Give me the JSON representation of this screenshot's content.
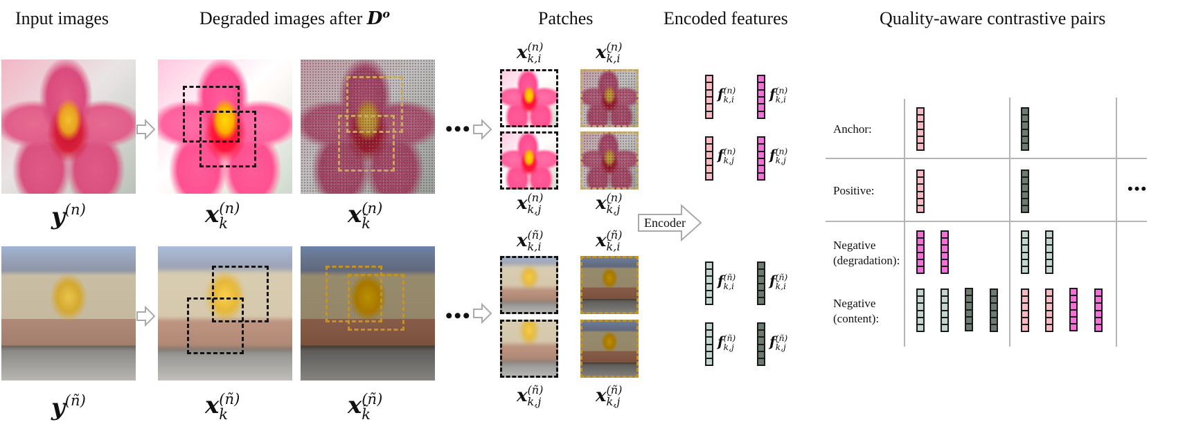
{
  "headers": {
    "input": "Input images",
    "degraded": "Degraded images after",
    "degraded_symbol": "D",
    "degraded_symbol_sup": "o",
    "patches": "Patches",
    "features": "Encoded features",
    "pairs": "Quality-aware contrastive pairs"
  },
  "rows": [
    {
      "id": "n",
      "content": "orchid",
      "input_label": {
        "base": "y",
        "sup": "(n)"
      },
      "degraded_k_label": {
        "base": "x",
        "sup": "(n)",
        "sub": "k"
      },
      "degraded_kt_label": {
        "base": "x",
        "sup": "(n)",
        "sub": "k̃"
      },
      "patch_labels": {
        "k_i": {
          "base": "x",
          "sup": "(n)",
          "sub": "k,i"
        },
        "kt_i": {
          "base": "x",
          "sup": "(n)",
          "sub": "k̃,i"
        },
        "k_j": {
          "base": "x",
          "sup": "(n)",
          "sub": "k,j"
        },
        "kt_j": {
          "base": "x",
          "sup": "(n)",
          "sub": "k̃,j"
        }
      },
      "feature_labels": {
        "k_i": {
          "base": "f",
          "sup": "(n)",
          "sub": "k,i"
        },
        "kt_i": {
          "base": "f",
          "sup": "(n)",
          "sub": "k̃,i"
        },
        "k_j": {
          "base": "f",
          "sup": "(n)",
          "sub": "k,j"
        },
        "kt_j": {
          "base": "f",
          "sup": "(n)",
          "sub": "k̃,j"
        }
      },
      "degradation_k": "over-exposure / color enhancement",
      "degradation_kt": "noise"
    },
    {
      "id": "ñ",
      "content": "statue",
      "input_label": {
        "base": "y",
        "sup": "(ñ)"
      },
      "degraded_k_label": {
        "base": "x",
        "sup": "(ñ)",
        "sub": "k"
      },
      "degraded_kt_label": {
        "base": "x",
        "sup": "(ñ)",
        "sub": "k̃"
      },
      "patch_labels": {
        "k_i": {
          "base": "x",
          "sup": "(ñ)",
          "sub": "k,i"
        },
        "kt_i": {
          "base": "x",
          "sup": "(ñ)",
          "sub": "k̃,i"
        },
        "k_j": {
          "base": "x",
          "sup": "(ñ)",
          "sub": "k,j"
        },
        "kt_j": {
          "base": "x",
          "sup": "(ñ)",
          "sub": "k̃,j"
        }
      },
      "feature_labels": {
        "k_i": {
          "base": "f",
          "sup": "(ñ)",
          "sub": "k,i"
        },
        "kt_i": {
          "base": "f",
          "sup": "(ñ)",
          "sub": "k̃,i"
        },
        "k_j": {
          "base": "f",
          "sup": "(ñ)",
          "sub": "k,j"
        },
        "kt_j": {
          "base": "f",
          "sup": "(ñ)",
          "sub": "k̃,j"
        }
      },
      "degradation_k": "blur",
      "degradation_kt": "darkening"
    }
  ],
  "encoder": {
    "label": "Encoder"
  },
  "ellipsis": "•••",
  "contrastive_table": {
    "row_labels": [
      {
        "line1": "Anchor:",
        "line2": ""
      },
      {
        "line1": "Positive:",
        "line2": ""
      },
      {
        "line1": "Negative",
        "line2": "(degradation):"
      },
      {
        "line1": "Negative",
        "line2": "(content):"
      }
    ],
    "columns": [
      {
        "anchor": [
          "light-pink"
        ],
        "positive": [
          "light-pink"
        ],
        "negative_degradation": [
          "magenta",
          "magenta"
        ],
        "negative_content": [
          "light-green",
          "light-green",
          "dark-green",
          "dark-green"
        ]
      },
      {
        "anchor": [
          "dark-green"
        ],
        "positive": [
          "dark-green"
        ],
        "negative_degradation": [
          "light-green",
          "light-green"
        ],
        "negative_content": [
          "light-pink",
          "light-pink",
          "magenta",
          "magenta"
        ]
      }
    ],
    "more": "•••"
  },
  "colors": {
    "light-pink": "#f7b9c2",
    "magenta": "#f46fd8",
    "light-green": "#c3d6cd",
    "dark-green": "#6c7b6f",
    "yellow-dash": "#f6c85f",
    "black-dash": "#111111",
    "arrow-outline": "#a9a9a9",
    "grid": "#b5b5b5"
  }
}
